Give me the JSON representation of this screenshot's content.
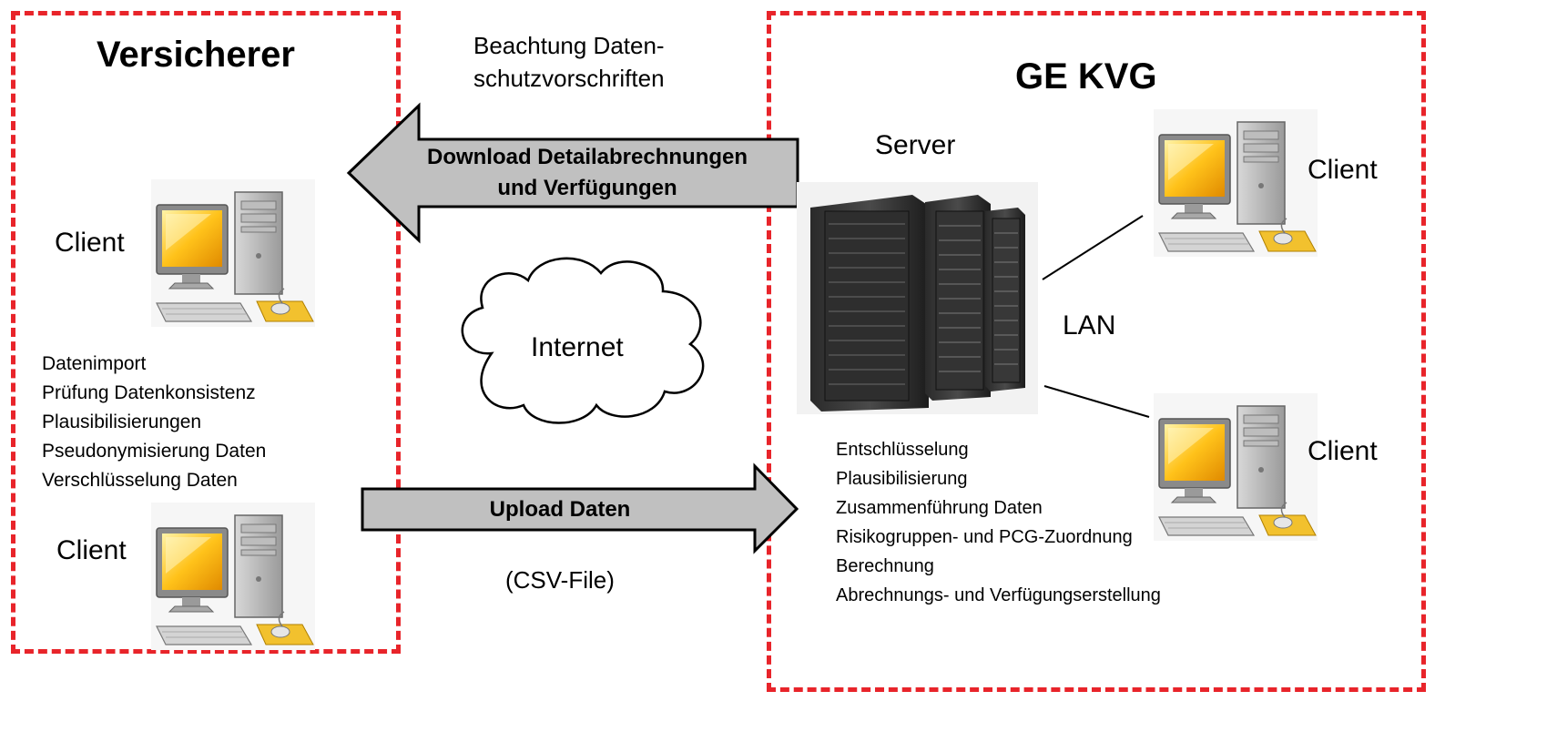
{
  "insurer": {
    "title": "Versicherer",
    "client_top_label": "Client",
    "client_bottom_label": "Client",
    "tasks": [
      "Datenimport",
      "Prüfung Datenkonsistenz",
      "Plausibilisierungen",
      "Pseudonymisierung Daten",
      "Verschlüsselung Daten"
    ]
  },
  "middle": {
    "privacy_note_line1": "Beachtung Daten-",
    "privacy_note_line2": "schutzvorschriften",
    "download_line1": "Download Detailabrechnungen",
    "download_line2": "und Verfügungen",
    "internet_label": "Internet",
    "upload_label": "Upload Daten",
    "upload_format": "(CSV-File)"
  },
  "provider": {
    "title": "GE KVG",
    "server_label": "Server",
    "lan_label": "LAN",
    "client_top_label": "Client",
    "client_bottom_label": "Client",
    "tasks": [
      "Entschlüsselung",
      "Plausibilisierung",
      "Zusammenführung Daten",
      "Risikogruppen- und PCG-Zuordnung",
      "Berechnung",
      "Abrechnungs- und Verfügungserstellung"
    ]
  },
  "colors": {
    "boundary": "#e8242a",
    "arrow_fill": "#c0c0c0",
    "monitor_screen": "#f5a800"
  }
}
